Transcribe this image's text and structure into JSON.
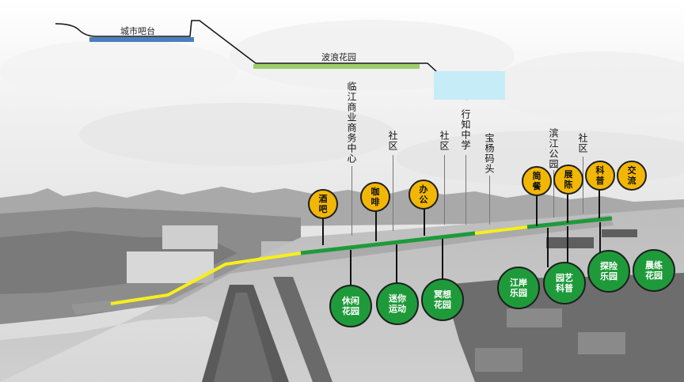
{
  "section_profile": {
    "city_bar_platform": "城市吧台",
    "wave_garden": "波浪花园"
  },
  "landmarks": {
    "riverside_business_center": "临江商业商务中心",
    "community_1": "社区",
    "community_2": "社区",
    "xingzhi_middle_school": "行知中学",
    "baoyang_pier": "宝杨码头",
    "binjiang_park": "滨江公园",
    "community_3": "社区"
  },
  "yellow_nodes": [
    {
      "label": "酒吧"
    },
    {
      "label": "咖啡"
    },
    {
      "label": "办公"
    },
    {
      "label": "简餐"
    },
    {
      "label": "展陈"
    },
    {
      "label": "科普"
    },
    {
      "label": "交流"
    }
  ],
  "green_nodes": [
    {
      "label": "休闲花园"
    },
    {
      "label": "迷你运动"
    },
    {
      "label": "冥想花园"
    },
    {
      "label": "江岸乐园"
    },
    {
      "label": "园艺科普"
    },
    {
      "label": "探险乐园"
    },
    {
      "label": "晨练花园"
    }
  ],
  "colors": {
    "city_bar_band": "#4a7fbf",
    "wave_garden_band": "#9ccd6b",
    "water_band": "#c6ecf7",
    "yellow_path": "#f7ef1a",
    "green_path": "#1f9a3b",
    "yellow_node": "#f2b705",
    "green_node": "#1f9a3b"
  }
}
